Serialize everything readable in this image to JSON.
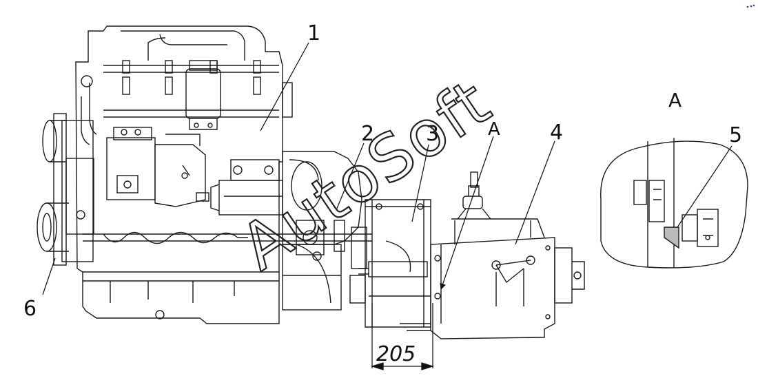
{
  "callouts": {
    "c1": "1",
    "c2": "2",
    "c3": "3",
    "c4": "4",
    "c5": "5",
    "c6": "6"
  },
  "view_labels": {
    "section_mark": "A",
    "detail_title": "A"
  },
  "dimension": {
    "value": "205"
  },
  "watermark": {
    "text": "AutoSoft"
  },
  "colors": {
    "line": "#1a1a1a",
    "background": "#ffffff",
    "corner_mark": "#2a3fb8"
  }
}
